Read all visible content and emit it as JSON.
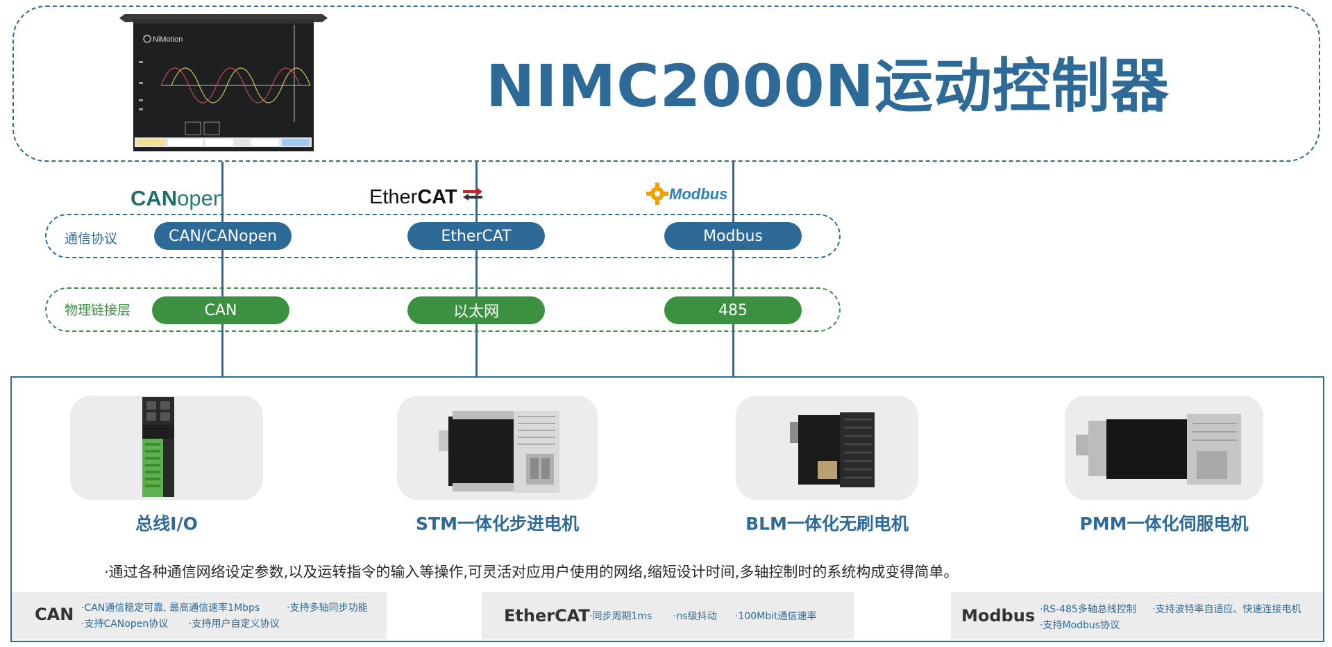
{
  "header": {
    "title": "NIMC2000N运动控制器",
    "device_brand": "NiMotion"
  },
  "protocol_logos": {
    "canopen": {
      "bold": "CAN",
      "thin": "open"
    },
    "ethercat": {
      "normal": "Ether",
      "bold": "CAT"
    },
    "modbus": "Modbus"
  },
  "protocol_row": {
    "label": "通信协议",
    "items": [
      "CAN/CANopen",
      "EtherCAT",
      "Modbus"
    ]
  },
  "physical_row": {
    "label": "物理链接层",
    "items": [
      "CAN",
      "以太网",
      "485"
    ]
  },
  "products": [
    {
      "label": "总线I/O"
    },
    {
      "label": "STM一体化步进电机"
    },
    {
      "label": "BLM一体化无刷电机"
    },
    {
      "label": "PMM一体化伺服电机"
    }
  ],
  "description": "·通过各种通信网络设定参数,以及运转指令的输入等操作,可灵活对应用户使用的网络,缩短设计时间,多轴控制时的系统构成变得简单。",
  "features": [
    {
      "name": "CAN",
      "items": [
        "·CAN通信稳定可靠, 最高通信速率1Mbps",
        "·支持多轴同步功能",
        "·支持CANopen协议",
        "·支持用户自定义协议"
      ]
    },
    {
      "name": "EtherCAT",
      "items": [
        "·同步周期1ms",
        "·ns级抖动",
        "·100Mbit通信速率"
      ]
    },
    {
      "name": "Modbus",
      "items": [
        "·RS-485多轴总线控制",
        "·支持波特率自适应、快速连接电机",
        "·支持Modbus协议"
      ]
    }
  ],
  "colors": {
    "primary_blue": "#2d6a97",
    "primary_green": "#3b9140",
    "card_gray": "#ececec"
  }
}
